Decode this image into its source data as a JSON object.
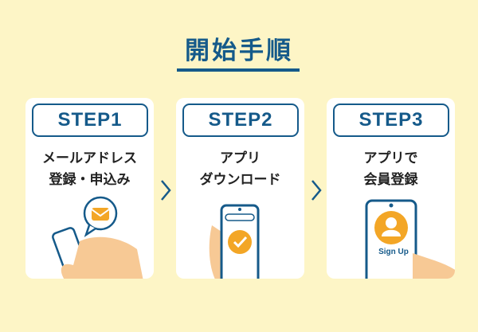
{
  "title": "開始手順",
  "steps": [
    {
      "label": "STEP1",
      "line1": "メールアドレス",
      "line2": "登録・申込み"
    },
    {
      "label": "STEP2",
      "line1": "アプリ",
      "line2": "ダウンロード"
    },
    {
      "label": "STEP3",
      "line1": "アプリで",
      "line2": "会員登録",
      "button": "Sign Up"
    }
  ],
  "colors": {
    "background": "#fdf5c6",
    "accent": "#155a8a",
    "orange": "#f3a626"
  }
}
